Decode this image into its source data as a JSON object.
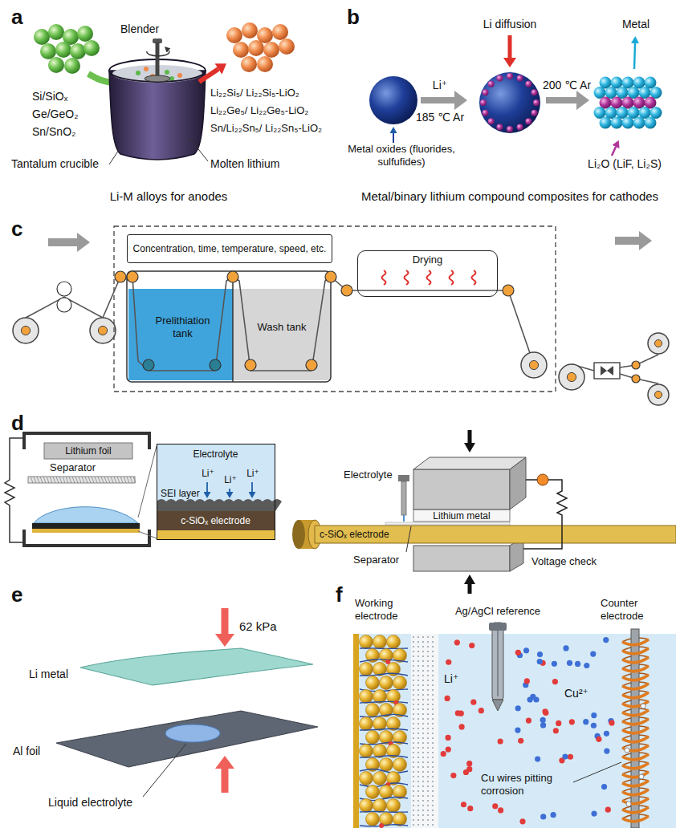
{
  "diagram": {
    "nodes": [
      {
        "text": [
          "Concentration, time, temperature, speed, etc."
        ]
      },
      {
        "text": [
          "Prelithiation tank"
        ]
      },
      {
        "text": [
          "Wash tank"
        ]
      },
      {
        "text": [
          "Drying"
        ]
      },
      {
        "text": [
          "Electrolyte",
          "Li⁺",
          "Li⁺",
          "Li⁺",
          "SEI layer",
          "c-SiOₓ electrode"
        ]
      }
    ],
    "labels": [
      "a",
      "Blender",
      "Si/SiOₓ",
      "Ge/GeO₂",
      "Sn/SnO₂",
      "Tantalum crucible",
      "Molten lithium",
      "Li₂₂Si₅/ Li₂₂Si₅-LiO₂",
      "Li₂₂Ge₅/ Li₂₂Ge₅-LiO₂",
      "Sn/Li₂₂Sn₅/ Li₂₂Sn₅-LiO₂",
      "Li-M alloys for anodes",
      "b",
      "Li diffusion",
      "Metal",
      "Li⁺",
      "185 ℃ Ar",
      "200 ℃ Ar",
      "Metal oxides (fluorides, sulfufides)",
      "Li₂O (LiF, Li₂S)",
      "Metal/binary lithium compound composites for cathodes",
      "c",
      "d",
      "Lithium foil",
      "Separator",
      "Electrolyte",
      "c-SiOₓ electrode",
      "Lithium metal",
      "Separator",
      "Voltage check",
      "e",
      "62 kPa",
      "Li metal",
      "Al foil",
      "Liquid electrolyte",
      "f",
      "Working electrode",
      "Ag/AgCl reference",
      "Counter electrode",
      "Li⁺",
      "Cu²⁺",
      "Cu wires pitting corrosion"
    ]
  }
}
